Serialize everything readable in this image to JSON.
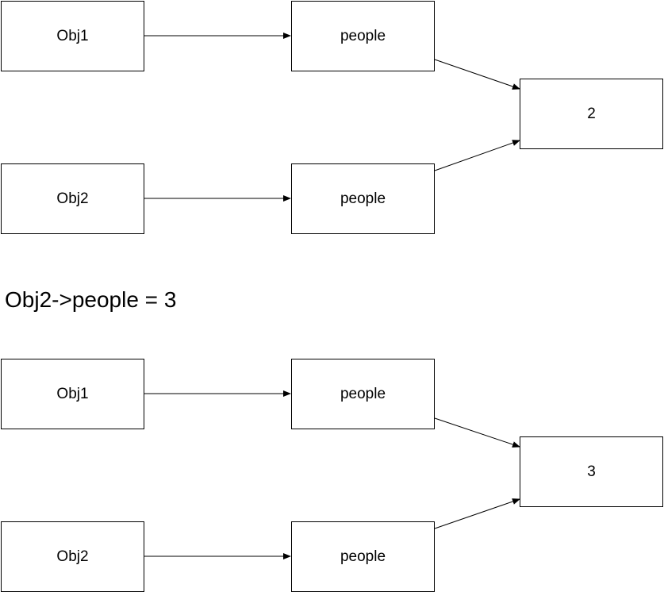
{
  "top_diagram": {
    "obj1": "Obj1",
    "obj1_people": "people",
    "obj2": "Obj2",
    "obj2_people": "people",
    "value": "2"
  },
  "caption": "Obj2->people = 3",
  "bottom_diagram": {
    "obj1": "Obj1",
    "obj1_people": "people",
    "obj2": "Obj2",
    "obj2_people": "people",
    "value": "3"
  }
}
